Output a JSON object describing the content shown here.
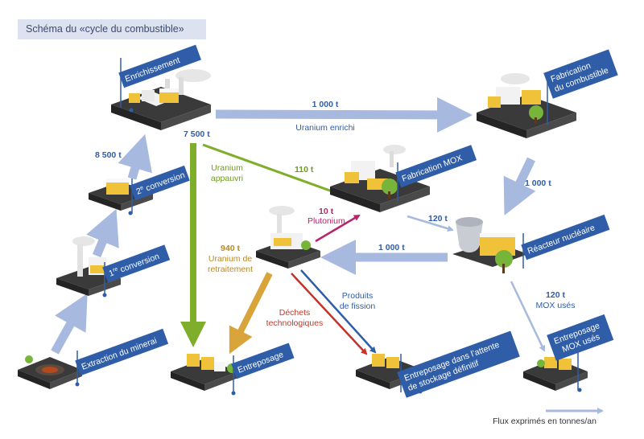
{
  "title": "Schéma du «cycle du combustible»",
  "legend": "Flux exprimés en tonnes/an",
  "colors": {
    "flag": "#2f5da8",
    "flow_blue": "#a7b9de",
    "flow_green": "#7fae2c",
    "flow_ochre": "#d9a43a",
    "flow_magenta": "#b8246c",
    "flow_red": "#c6322a",
    "flow_navy": "#2f5da8",
    "text_blue": "#2f5da8",
    "text_green": "#6f9a25",
    "text_ochre": "#b98a26",
    "text_magenta": "#b8246c",
    "text_red": "#c0392b"
  },
  "sites": {
    "enrichment": "Enrichissement",
    "fabrication_1": "Fabrication",
    "fabrication_2": "du combustible",
    "mox_fab": "Fabrication MOX",
    "conv2_sup": "e",
    "conv2": " conversion",
    "conv1_sup": "re",
    "conv1": " conversion",
    "reactor": "Réacteur nucléaire",
    "mining": "Extraction du minerai",
    "storage": "Entreposage",
    "waiting_1": "Entreposage dans l’attente",
    "waiting_2": "de stockage définitif",
    "mox_storage_1": "Entreposage",
    "mox_storage_2": "MOX usés"
  },
  "flows": {
    "enriched_qty": "1 000 t",
    "enriched_label": "Uranium enrichi",
    "depleted_qty": "7 500 t",
    "depleted_label_1": "Uranium",
    "depleted_label_2": "appauvri",
    "to_mox_qty": "110 t",
    "conv2_qty": "8 500 t",
    "fuel_qty": "1 000 t",
    "mox_to_reactor_qty": "120 t",
    "plutonium_qty": "10 t",
    "plutonium_label": "Plutonium",
    "spent_qty": "1 000 t",
    "reproc_qty": "940 t",
    "reproc_label_1": "Uranium de",
    "reproc_label_2": "retraitement",
    "waste_label_1": "Déchets",
    "waste_label_2": "technologiques",
    "fission_label_1": "Produits",
    "fission_label_2": "de fission",
    "mox_used_qty": "120 t",
    "mox_used_label": "MOX usés"
  }
}
